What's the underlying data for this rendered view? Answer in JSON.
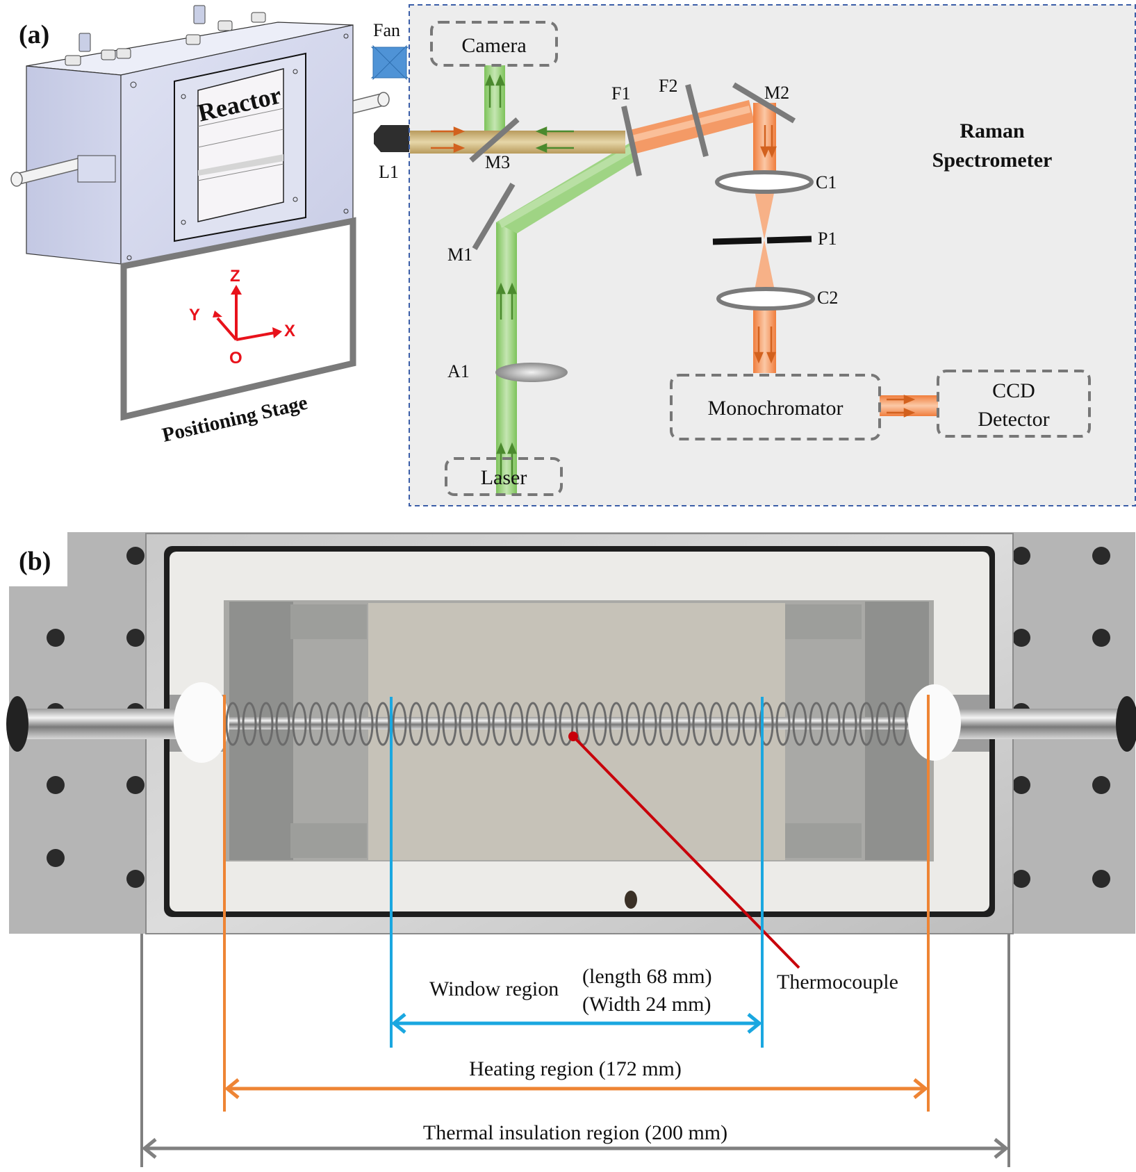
{
  "panel_a": {
    "label": "(a)",
    "reactor": {
      "label": "Reactor"
    },
    "stage": {
      "label": "Positioning Stage",
      "axes": {
        "z": "Z",
        "y": "Y",
        "x": "X",
        "origin": "O"
      }
    },
    "fan": {
      "label": "Fan"
    },
    "lens_l1": {
      "label": "L1"
    },
    "spectrometer": {
      "title_line1": "Raman",
      "title_line2": "Spectrometer",
      "camera": "Camera",
      "laser": "Laser",
      "monochromator": "Monochromator",
      "ccd_line1": "CCD",
      "ccd_line2": "Detector",
      "components": {
        "m1": "M1",
        "m2": "M2",
        "m3": "M3",
        "f1": "F1",
        "f2": "F2",
        "c1": "C1",
        "c2": "C2",
        "p1": "P1",
        "a1": "A1"
      }
    },
    "colors": {
      "laser_beam": "#8fcc6e",
      "raman_beam": "#f4955e",
      "combined_beam": "#c8b07a",
      "axes": "#e8121b",
      "fan": "#4f93d6",
      "border": "#3b5ea8"
    }
  },
  "panel_b": {
    "label": "(b)",
    "thermocouple": "Thermocouple",
    "window_region": {
      "label": "Window region",
      "length": "(length 68 mm)",
      "width": "(Width 24 mm)",
      "color": "#1aa7e0"
    },
    "heating_region": {
      "label": "Heating region (172 mm)",
      "color": "#ee8434"
    },
    "insulation_region": {
      "label": "Thermal insulation region (200 mm)",
      "color": "#808080"
    },
    "thermocouple_color": "#c8000a"
  }
}
